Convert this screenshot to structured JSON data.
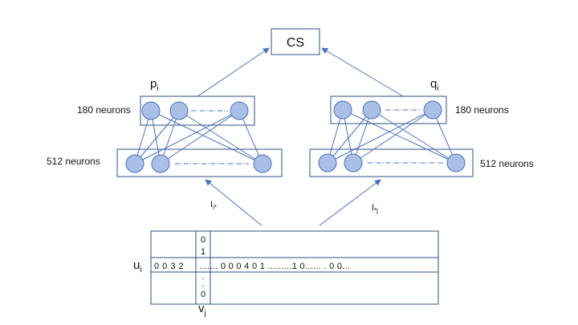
{
  "cs_label": "CS",
  "left_tower": {
    "top_label_base": "p",
    "top_label_sub": "i",
    "top_layer_neurons": "180 neurons",
    "bottom_layer_neurons": "512 neurons",
    "input_label_base": "I",
    "input_label_sub": "i*"
  },
  "right_tower": {
    "top_label_base": "q",
    "top_label_sub": "i",
    "top_layer_neurons": "180 neurons",
    "bottom_layer_neurons": "512 neurons",
    "input_label_base": "I",
    "input_label_sub": "*j"
  },
  "matrix": {
    "row_label_base": "u",
    "row_label_sub": "i",
    "col_label_base": "v",
    "col_label_sub": "j",
    "row_values": "0 0 3 2",
    "row_rest": "....... 0 0 0 4 0 1 .........1 0...... . 0 0...",
    "col_top_1": "0",
    "col_top_2": "1",
    "col_bottom_1": ".",
    "col_bottom_2": ".",
    "col_bottom_3": "0"
  },
  "colors": {
    "node_fill": "#a9bfe6",
    "node_stroke": "#4a6fb5",
    "edge": "#4a72b8",
    "box": "#2e4f80"
  }
}
